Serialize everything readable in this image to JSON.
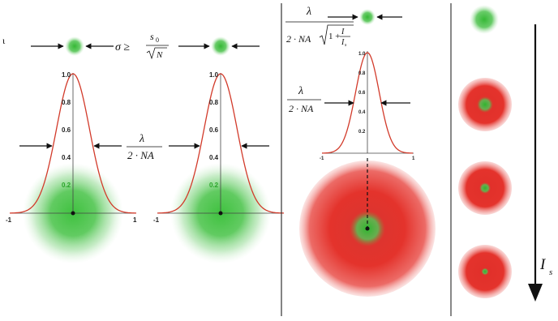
{
  "colors": {
    "green": "#3fc13f",
    "red": "#e4332c",
    "curve": "#d23a2a"
  },
  "left_panel": {
    "criterion": {
      "lhs": "σ ≥",
      "numerator": "s",
      "numerator_sub": "0",
      "denominator": "N"
    },
    "width_label": {
      "numerator": "λ",
      "denominator": "2 · NA"
    },
    "tick_labels": {
      "y": [
        "1.0",
        "0.8",
        "0.6",
        "0.4"
      ],
      "y_green": "0.2",
      "x_left": "-1",
      "x_right": "1"
    },
    "mark_letter": "ι"
  },
  "middle_panel": {
    "sted_formula": {
      "numerator": "λ",
      "denom_prefix": "2 · NA",
      "inner_one": "1 +",
      "inner_num": "I",
      "inner_den": "I",
      "inner_den_sub": "s"
    },
    "width_label": {
      "numerator": "λ",
      "denominator": "2 · NA"
    },
    "tick_labels": {
      "y": [
        "1.0",
        "0.8",
        "0.6",
        "0.4",
        "0.2"
      ],
      "x_left": "-1",
      "x_right": "1"
    }
  },
  "right_panel": {
    "intensity_label": "I",
    "intensity_sub": "s"
  }
}
